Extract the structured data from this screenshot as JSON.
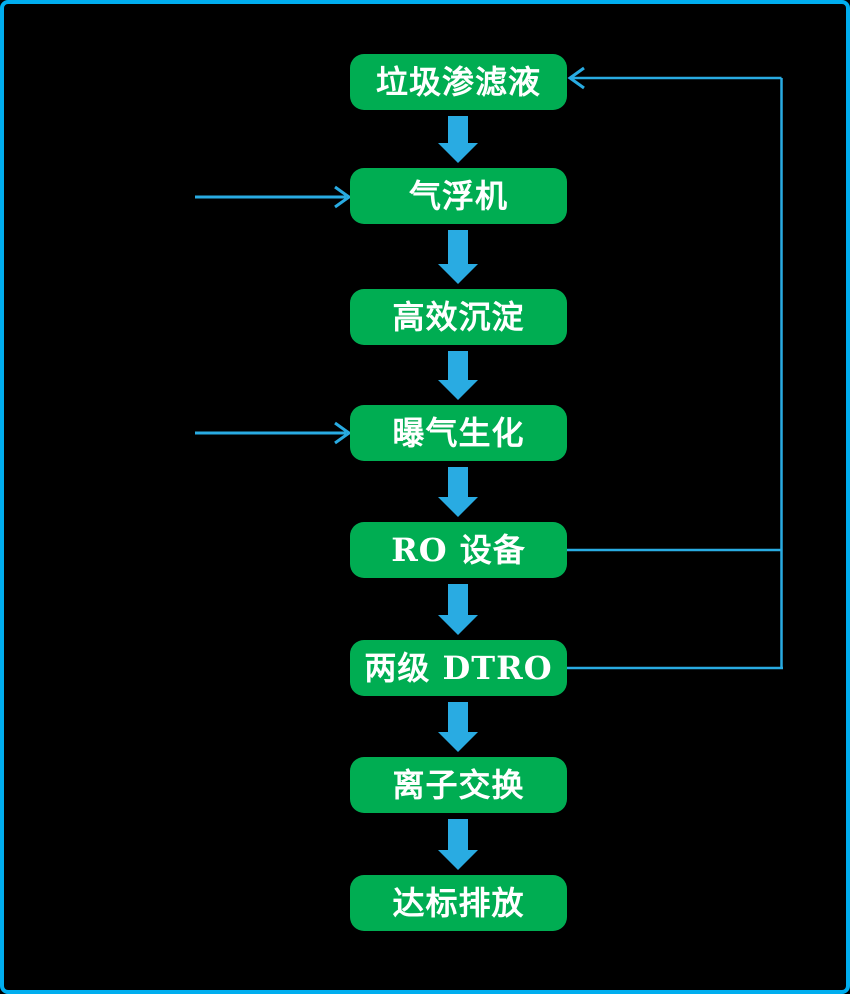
{
  "colors": {
    "background": "#000000",
    "frame_border": "#00AEEF",
    "box_fill": "#00AD52",
    "box_text": "#FFFFFF",
    "arrow": "#29ABE2"
  },
  "flow": {
    "steps": [
      {
        "label": "垃圾渗滤液"
      },
      {
        "label": "气浮机"
      },
      {
        "label": "高效沉淀"
      },
      {
        "label": "曝气生化"
      },
      {
        "label": "RO 设备"
      },
      {
        "label": "两级 DTRO"
      },
      {
        "label": "离子交换"
      },
      {
        "label": "达标排放"
      }
    ],
    "main_sequence": [
      "垃圾渗滤液",
      "气浮机",
      "高效沉淀",
      "曝气生化",
      "RO 设备",
      "两级 DTRO",
      "离子交换",
      "达标排放"
    ],
    "side_inlets": [
      {
        "to": "气浮机"
      },
      {
        "to": "曝气生化"
      }
    ],
    "recycle_returns": [
      {
        "from": "RO 设备",
        "to": "垃圾渗滤液"
      },
      {
        "from": "两级 DTRO",
        "to": "垃圾渗滤液"
      }
    ]
  }
}
